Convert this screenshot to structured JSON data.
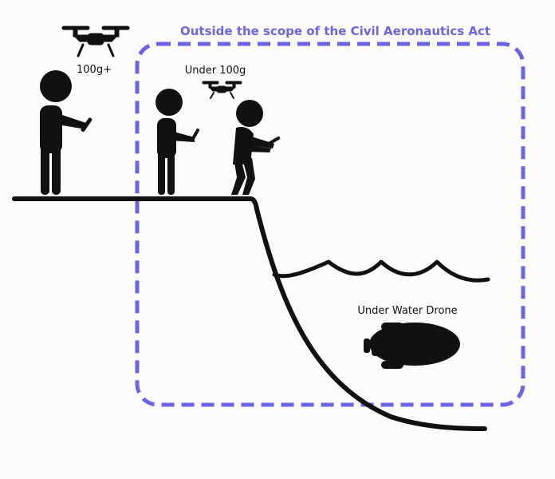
{
  "scope": {
    "title": "Outside the scope of the Civil Aeronautics Act",
    "border_color": "#6b63e8"
  },
  "labels": {
    "large_drone": "100g+",
    "small_drone": "Under 100g",
    "underwater_drone": "Under Water Drone"
  },
  "colors": {
    "ink": "#111111",
    "background": "#fdfcfa"
  },
  "icons": [
    "large-drone-icon",
    "small-drone-icon",
    "underwater-drone-icon",
    "person-icon",
    "water-wave-icon"
  ]
}
